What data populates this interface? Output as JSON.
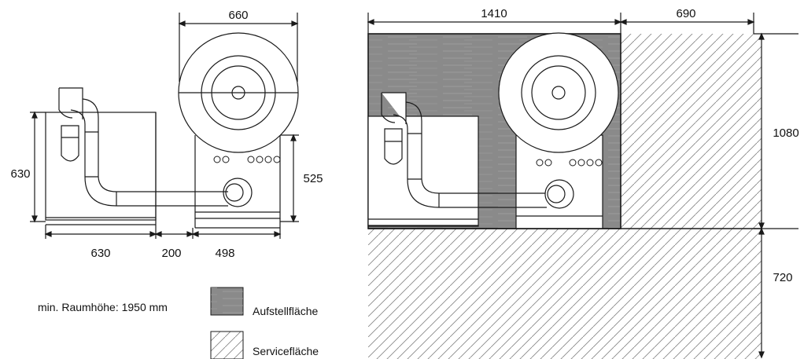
{
  "colors": {
    "line": "#1a1a1a",
    "install_fill": "#8a8a8a",
    "install_streak": "#a2a2a2",
    "service_hatch": "#888888",
    "paper": "#ffffff"
  },
  "left_view": {
    "dim_top": "660",
    "dim_left": "630",
    "dim_right": "525",
    "dim_bottom_left": "630",
    "dim_bottom_mid": "200",
    "dim_bottom_right": "498"
  },
  "right_view": {
    "dim_top_install": "1410",
    "dim_top_service": "690",
    "dim_right_install": "1080",
    "dim_right_service": "720"
  },
  "legend": {
    "room_height": "min. Raumhöhe: 1950 mm",
    "install_area": "Aufstellfläche",
    "service_area": "Servicefläche",
    "install_swatch_icon": "solid-gray-square",
    "service_swatch_icon": "hatched-square"
  }
}
